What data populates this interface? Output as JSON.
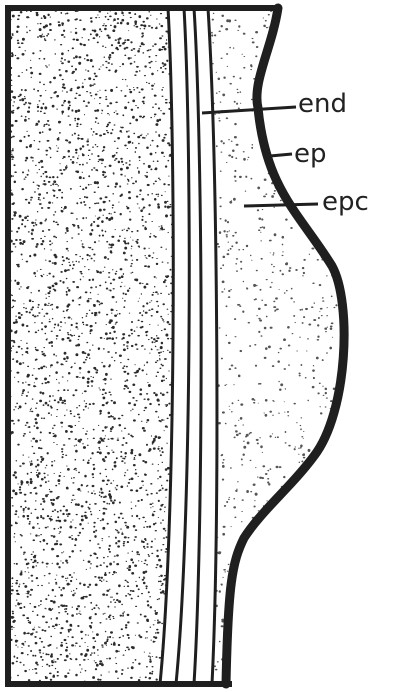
{
  "labels": {
    "end": "end",
    "ep": "ep",
    "epc": "epc"
  },
  "colors": {
    "paper": "#ffffff",
    "ink": "#1f1f1f",
    "stipple": "#2b2b2b",
    "light_stipple": "#555555"
  }
}
